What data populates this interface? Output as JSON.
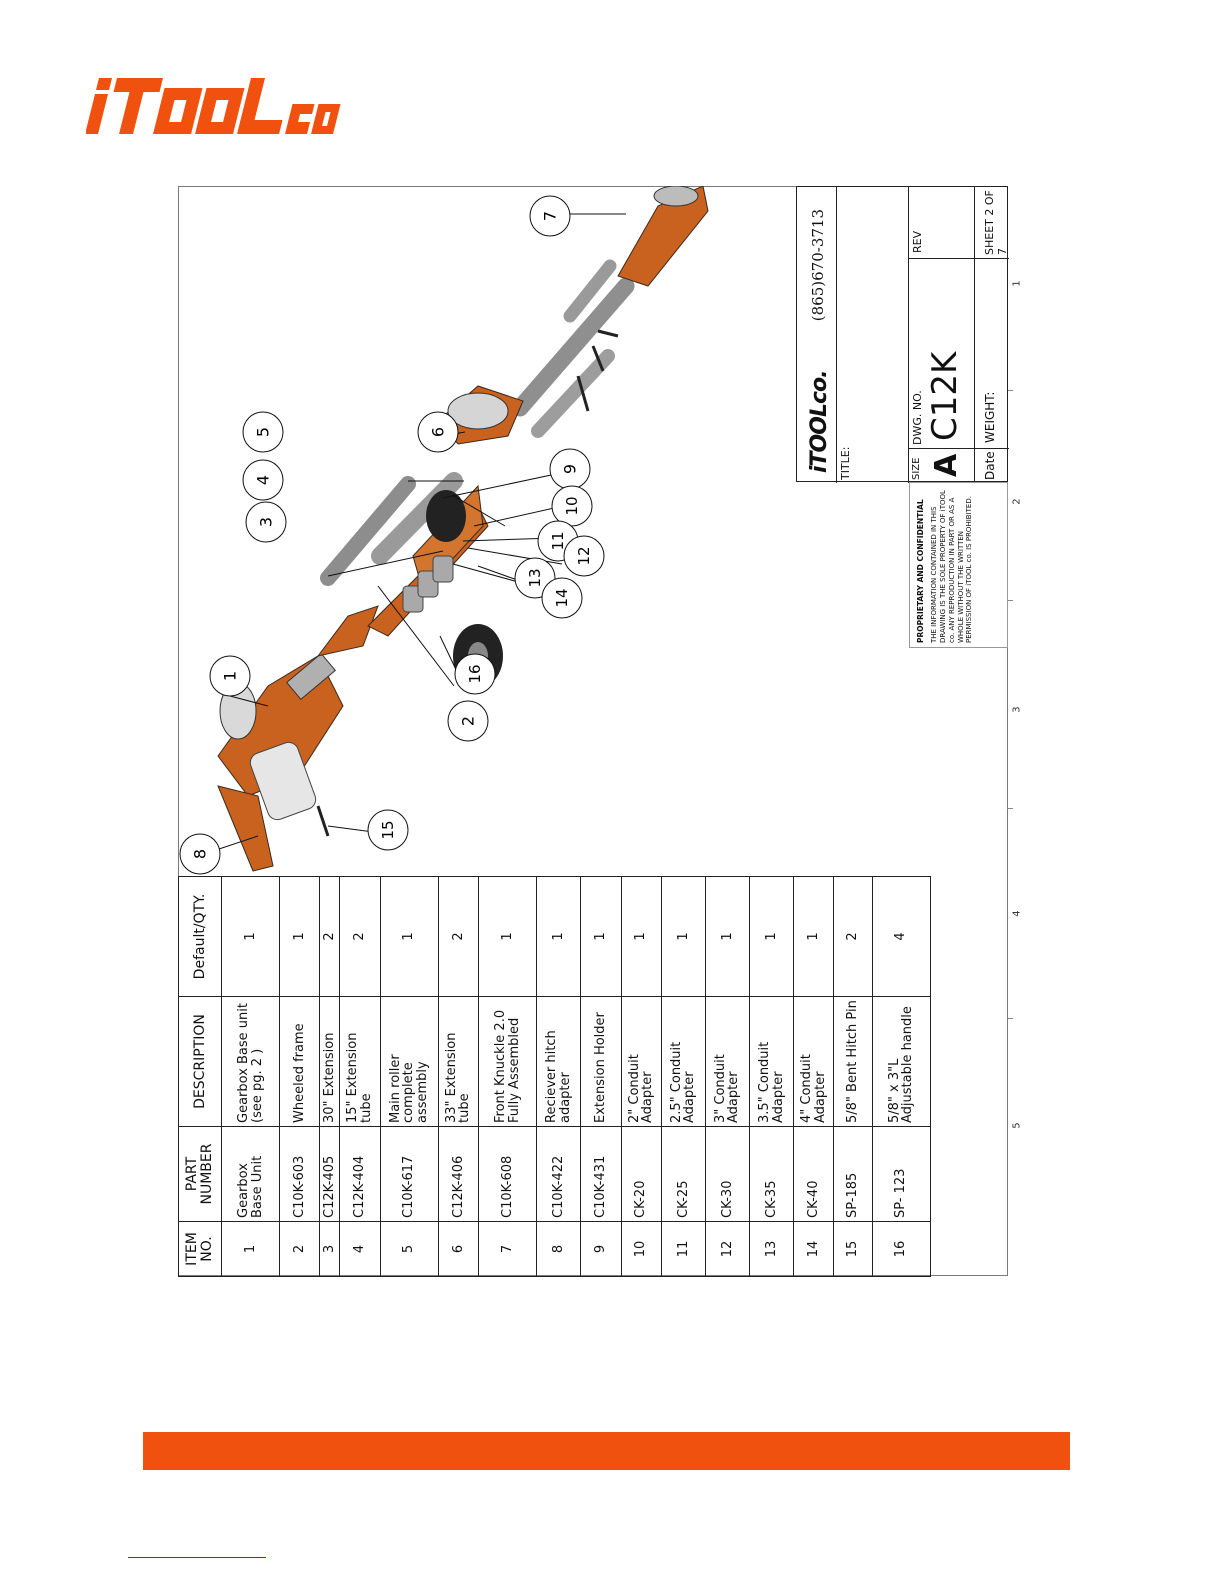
{
  "brand": {
    "logo_text": "iTOOLco",
    "color": "#f0510f"
  },
  "parts_table": {
    "headers": [
      "ITEM NO.",
      "PART NUMBER",
      "DESCRIPTION",
      "Default/QTY."
    ],
    "rows": [
      {
        "item": "1",
        "part": "Gearbox Base Unit",
        "desc": "Gearbox Base unit (see pg. 2 )",
        "qty": "1"
      },
      {
        "item": "2",
        "part": "C10K-603",
        "desc": "Wheeled frame",
        "qty": "1"
      },
      {
        "item": "3",
        "part": "C12K-405",
        "desc": "30\" Extension",
        "qty": "2"
      },
      {
        "item": "4",
        "part": "C12K-404",
        "desc": "15\" Extension tube",
        "qty": "2"
      },
      {
        "item": "5",
        "part": "C10K-617",
        "desc": "Main roller complete assembly",
        "qty": "1"
      },
      {
        "item": "6",
        "part": "C12K-406",
        "desc": "33\" Extension tube",
        "qty": "2"
      },
      {
        "item": "7",
        "part": "C10K-608",
        "desc": "Front Knuckle 2.0 Fully Assembled",
        "qty": "1"
      },
      {
        "item": "8",
        "part": "C10K-422",
        "desc": "Reciever hitch adapter",
        "qty": "1"
      },
      {
        "item": "9",
        "part": "C10K-431",
        "desc": "Extension Holder",
        "qty": "1"
      },
      {
        "item": "10",
        "part": "CK-20",
        "desc": "2\" Conduit Adapter",
        "qty": "1"
      },
      {
        "item": "11",
        "part": "CK-25",
        "desc": "2.5\" Conduit Adapter",
        "qty": "1"
      },
      {
        "item": "12",
        "part": "CK-30",
        "desc": "3\" Conduit Adapter",
        "qty": "1"
      },
      {
        "item": "13",
        "part": "CK-35",
        "desc": "3.5\" Conduit Adapter",
        "qty": "1"
      },
      {
        "item": "14",
        "part": "CK-40",
        "desc": "4\" Conduit Adapter",
        "qty": "1"
      },
      {
        "item": "15",
        "part": "SP-185",
        "desc": "5/8\" Bent Hitch Pin",
        "qty": "2"
      },
      {
        "item": "16",
        "part": "SP- 123",
        "desc": "5/8\" x 3\"L Adjustable handle",
        "qty": "4"
      }
    ]
  },
  "title_block": {
    "logo_text": "iTOOLco.",
    "phone": "(865)670-3713",
    "title_label": "TITLE:",
    "size_label": "SIZE",
    "size_value": "A",
    "dwg_label": "DWG.  NO.",
    "dwg_value": "C12K",
    "rev_label": "REV",
    "date_label": "Date",
    "weight_label": "WEIGHT:",
    "sheet_label": "SHEET 2 OF 7"
  },
  "confidential": {
    "title": "PROPRIETARY AND CONFIDENTIAL",
    "body": "THE INFORMATION CONTAINED IN THIS DRAWING IS THE SOLE PROPERTY OF iTOOL co. ANY REPRODUCTION IN PART OR AS A WHOLE WITHOUT THE WRITTEN PERMISSION OF iTOOL co. IS PROHIBITED."
  },
  "zones": [
    "1",
    "2",
    "3",
    "4",
    "5"
  ],
  "balloons": [
    "1",
    "2",
    "3",
    "4",
    "5",
    "6",
    "7",
    "8",
    "9",
    "10",
    "11",
    "12",
    "13",
    "14",
    "15",
    "16"
  ]
}
